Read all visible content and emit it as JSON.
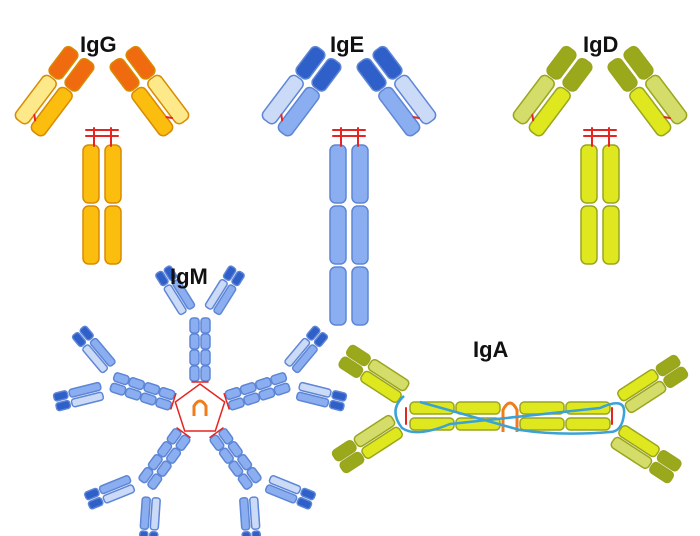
{
  "labels": {
    "igg": "IgG",
    "ige": "IgE",
    "igd": "IgD",
    "igm": "IgM",
    "iga": "IgA"
  },
  "colors": {
    "igg": {
      "tip": "#f06a10",
      "light": "#fde98a",
      "body": "#fbbe0e",
      "border": "#d98a00"
    },
    "ige": {
      "tip": "#2f5fc8",
      "light": "#cbdaf6",
      "body": "#8aaef0",
      "border": "#5e86d6"
    },
    "igd": {
      "tip": "#9aa81c",
      "light": "#d4dc6a",
      "body": "#dfe81e",
      "border": "#9aa51e"
    },
    "igm": {
      "tip": "#2f5fc8",
      "light": "#cbdaf6",
      "body": "#8aaef0",
      "border": "#5e86d6"
    },
    "iga": {
      "tip": "#9aa81c",
      "light": "#d4dc6a",
      "body": "#dfe81e",
      "border": "#9aa51e"
    },
    "disulfide": "#e52521",
    "j_chain": "#f07c1c",
    "secretory_component": "#3aa2d8"
  }
}
